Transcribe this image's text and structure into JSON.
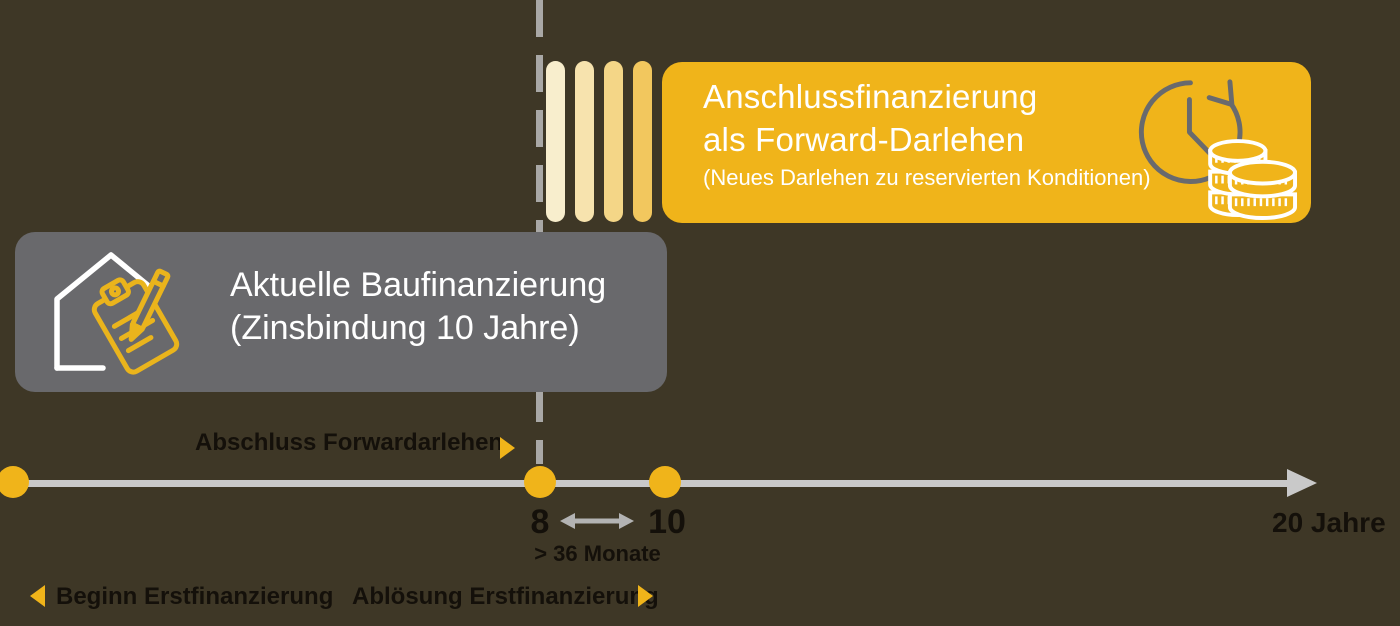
{
  "colors": {
    "background": "#3e3726",
    "accent_yellow": "#f0b41a",
    "box_gray": "#69696c",
    "timeline_gray": "#c9c9c9",
    "dash_gray": "#a9a8a6",
    "double_arrow_gray": "#b3b3b3",
    "text_black": "#14100a",
    "text_white": "#ffffff"
  },
  "bars": {
    "count": 4,
    "colors": [
      "#f8eecd",
      "#f7e3ae",
      "#f4d687",
      "#f2c75e"
    ]
  },
  "forward_box": {
    "title_line1": "Anschlussfinanzierung",
    "title_line2": "als Forward-Darlehen",
    "subtitle": "(Neues Darlehen zu reservierten Konditionen)",
    "icon": "clock-forward-coins-icon"
  },
  "current_box": {
    "title_line1": "Aktuelle Baufinanzierung",
    "title_line2": "(Zinsbindung 10 Jahre)",
    "icon": "house-contract-icon"
  },
  "annotations": {
    "abschluss_label": "Abschluss Forwardarlehen",
    "beginn_label": "Beginn Erstfinanzierung",
    "abloesung_label": "Ablösung Erstfinanzierung"
  },
  "timeline": {
    "tick_8": "8",
    "tick_10": "10",
    "between_label": "> 36 Monate",
    "end_label": "20 Jahre"
  }
}
